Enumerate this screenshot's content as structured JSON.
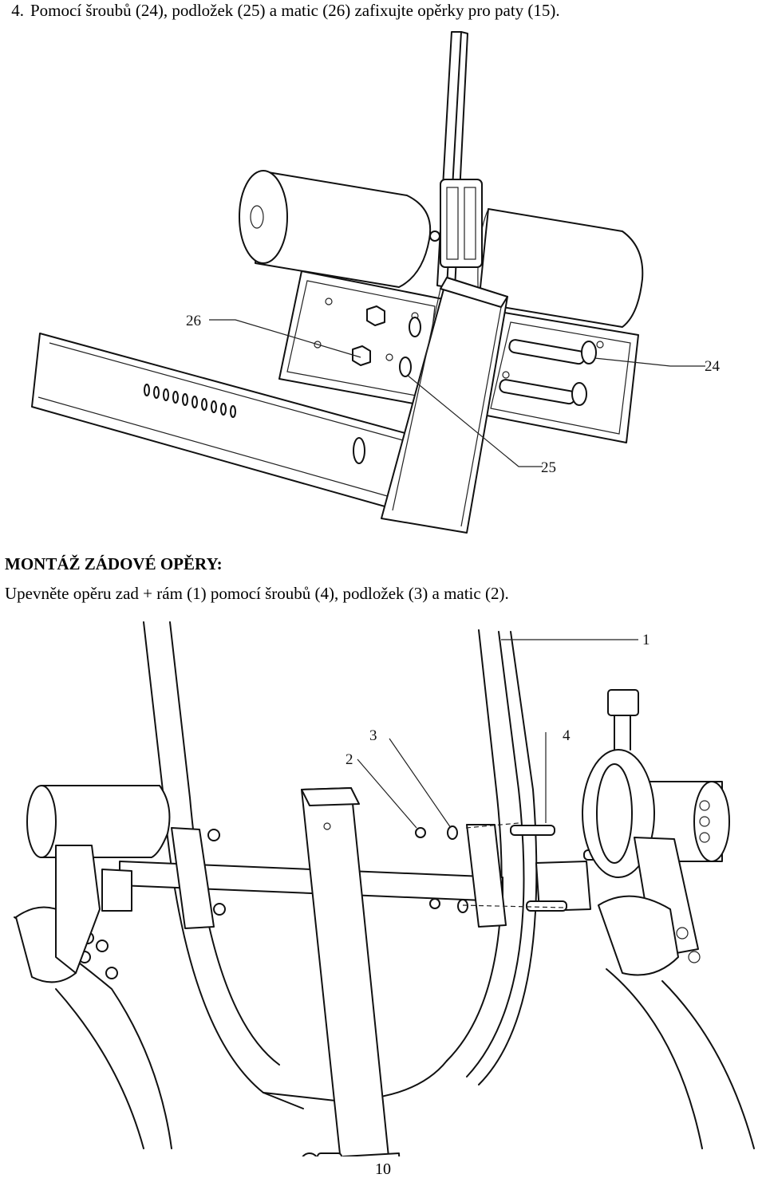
{
  "step": {
    "number": "4.",
    "text": "Pomocí šroubů (24), podložek (25) a matic (26) zafixujte opěrky pro paty (15)."
  },
  "figure1": {
    "callouts": {
      "c26": "26",
      "c24": "24",
      "c25": "25"
    }
  },
  "section": {
    "heading": "MONTÁŽ ZÁDOVÉ OPĚRY:",
    "instruction": "Upevněte opěru zad + rám (1) pomocí šroubů (4), podložek (3) a matic (2)."
  },
  "figure2": {
    "callouts": {
      "c1": "1",
      "c2": "2",
      "c3": "3",
      "c4": "4"
    }
  },
  "footer": {
    "page_number": "10"
  }
}
